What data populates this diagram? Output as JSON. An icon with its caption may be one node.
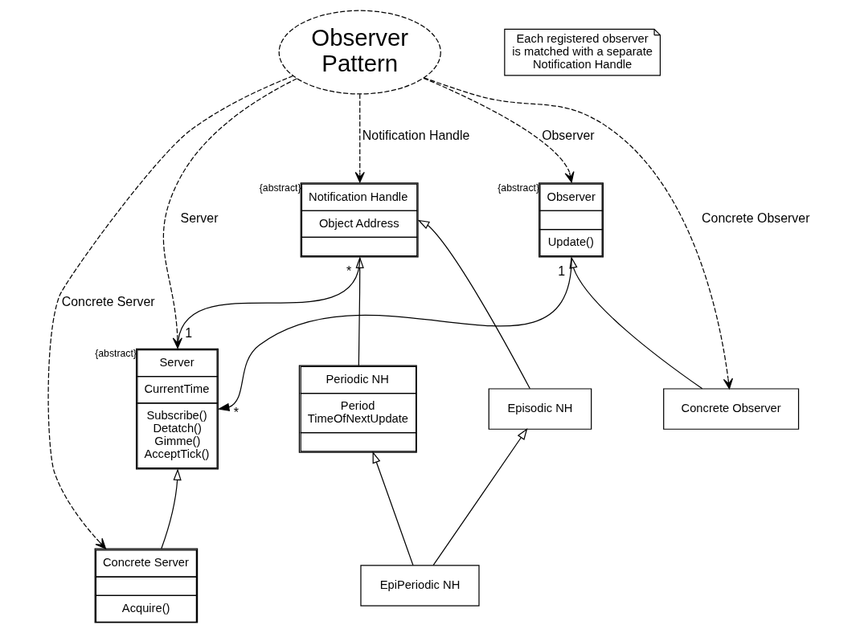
{
  "diagram": {
    "nodes": [
      {
        "text": [
          "Observer Pattern"
        ]
      },
      {
        "text": [
          "Observer",
          "Update()"
        ],
        "beside": [
          "{abstract}"
        ]
      },
      {
        "text": [
          "Notification Handle",
          "Object Address"
        ],
        "beside": [
          "{abstract}"
        ]
      },
      {
        "text": [
          "Server",
          "CurrentTime",
          "Subscribe() Detatch() Gimme() AcceptTick()"
        ],
        "beside": [
          "{abstract}"
        ]
      },
      {
        "text": [
          "Concrete Observer"
        ]
      },
      {
        "text": [
          "Concrete Server",
          "Acquire()"
        ]
      },
      {
        "text": [
          "Episodic NH"
        ]
      },
      {
        "text": [
          "Periodic NH",
          "Period TimeOfNextUpdate"
        ]
      },
      {
        "text": [
          "EpiPeriodic NH"
        ]
      },
      {
        "text": [
          "Each registered observer is matched with a separate Notification Handle"
        ]
      }
    ],
    "edges": [
      {
        "from": 0,
        "to": 1,
        "arrow": "to",
        "style": "dashed",
        "label": "Observer"
      },
      {
        "from": 0,
        "to": 2,
        "arrow": "to",
        "style": "dashed",
        "label": "Notification Handle"
      },
      {
        "from": 0,
        "to": 3,
        "arrow": "to",
        "style": "dashed",
        "label": "Server"
      },
      {
        "from": 0,
        "to": 4,
        "arrow": "to",
        "style": "dashed",
        "label": "Concrete Observer"
      },
      {
        "from": 0,
        "to": 5,
        "arrow": "to",
        "style": "dashed",
        "label": "Concrete Server"
      },
      {
        "from": 1,
        "to": 3,
        "arrow": "to"
      },
      {
        "from": 2,
        "to": 3,
        "arrow": "none"
      },
      {
        "from": 4,
        "to": 1,
        "arrow": "to"
      },
      {
        "from": 5,
        "to": 3,
        "arrow": "to"
      },
      {
        "from": 6,
        "to": 2,
        "arrow": "to"
      },
      {
        "from": 7,
        "to": 2,
        "arrow": "to"
      },
      {
        "from": 8,
        "to": 6,
        "arrow": "to"
      },
      {
        "from": 8,
        "to": 7,
        "arrow": "to"
      }
    ],
    "labels": [
      "1",
      "*",
      "*",
      "1"
    ]
  }
}
